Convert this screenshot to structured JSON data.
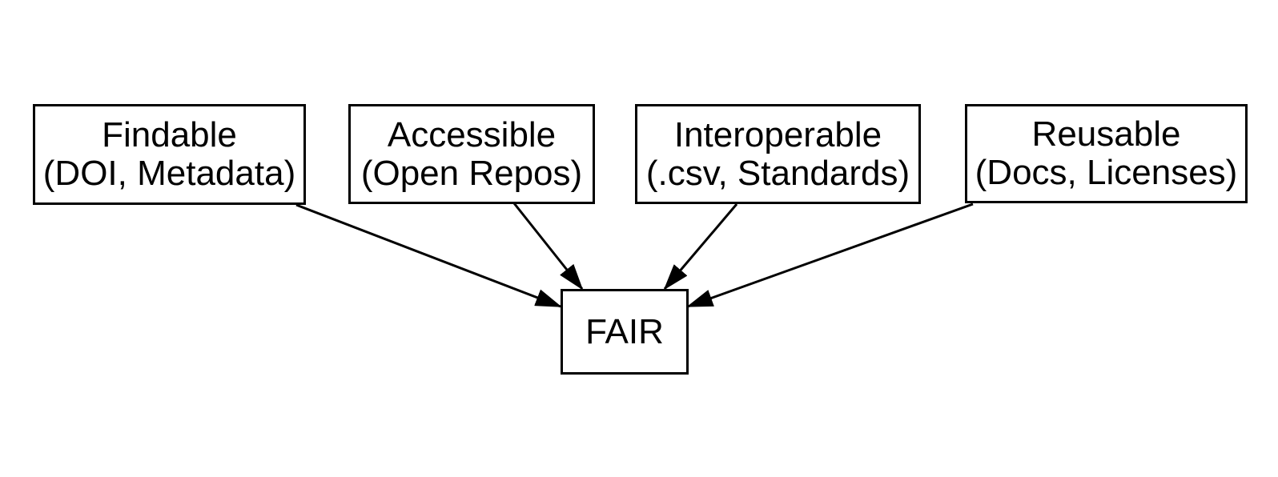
{
  "diagram": {
    "type": "flowchart",
    "background_color": "#ffffff",
    "node_fill_color": "#ffffff",
    "node_border_color": "#000000",
    "text_color": "#000000",
    "edge_color": "#000000",
    "nodes": [
      {
        "id": "findable",
        "title": "Findable",
        "subtitle": "(DOI, Metadata)"
      },
      {
        "id": "accessible",
        "title": "Accessible",
        "subtitle": "(Open Repos)"
      },
      {
        "id": "interoperable",
        "title": "Interoperable",
        "subtitle": "(.csv, Standards)"
      },
      {
        "id": "reusable",
        "title": "Reusable",
        "subtitle": "(Docs, Licenses)"
      }
    ],
    "center": {
      "id": "fair",
      "label": "FAIR"
    },
    "edges": [
      {
        "from": "findable",
        "to": "fair"
      },
      {
        "from": "accessible",
        "to": "fair"
      },
      {
        "from": "interoperable",
        "to": "fair"
      },
      {
        "from": "reusable",
        "to": "fair"
      }
    ]
  }
}
